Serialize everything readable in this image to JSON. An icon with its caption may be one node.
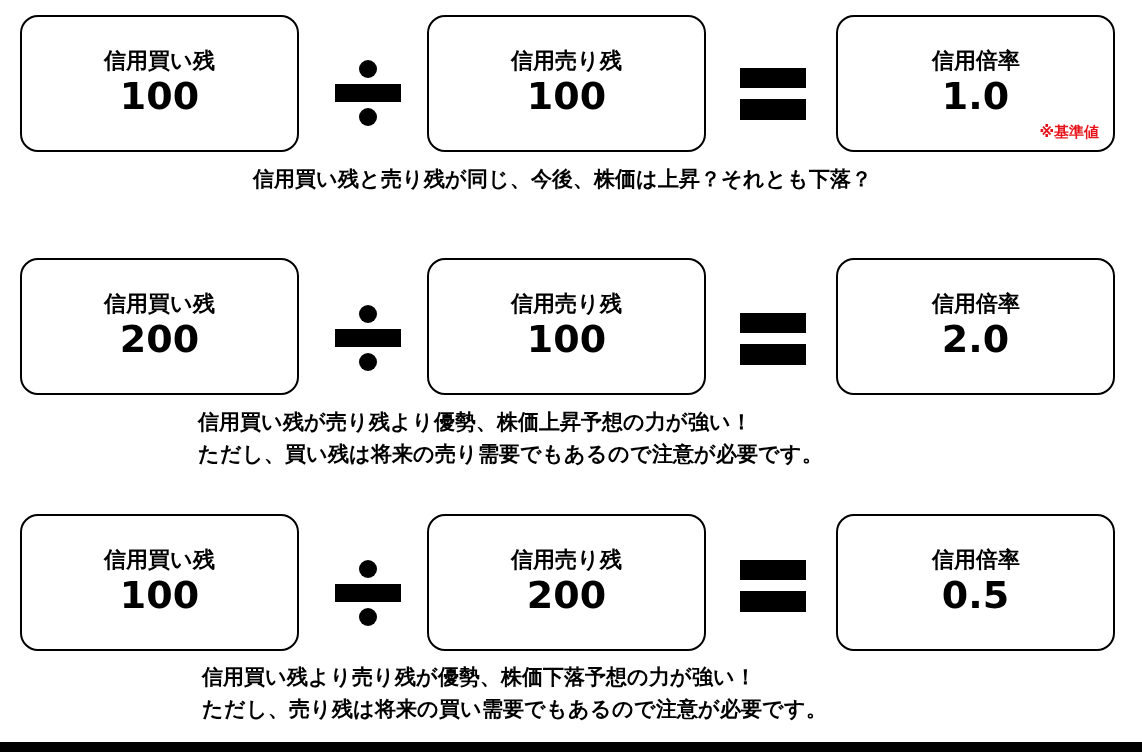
{
  "diagram": {
    "nodes": [
      {
        "text": [
          "信用買い残",
          "100"
        ]
      },
      {
        "text": [
          "信用売り残",
          "100"
        ]
      },
      {
        "text": [
          "信用倍率",
          "1.0",
          "※基準値"
        ]
      },
      {
        "text": [
          "信用買い残",
          "200"
        ]
      },
      {
        "text": [
          "信用売り残",
          "100"
        ]
      },
      {
        "text": [
          "信用倍率",
          "2.0"
        ]
      },
      {
        "text": [
          "信用買い残",
          "100"
        ]
      },
      {
        "text": [
          "信用売り残",
          "200"
        ]
      },
      {
        "text": [
          "信用倍率",
          "0.5"
        ]
      }
    ],
    "labels": [
      "信用買い残と売り残が同じ、今後、株価は上昇？それとも下落？",
      "信用買い残が売り残より優勢、株価上昇予想の力が強い！",
      "ただし、買い残は将来の売り需要でもあるので注意が必要です。",
      "信用買い残より売り残が優勢、株価下落予想の力が強い！",
      "ただし、売り残は将来の買い需要でもあるので注意が必要です。"
    ]
  }
}
